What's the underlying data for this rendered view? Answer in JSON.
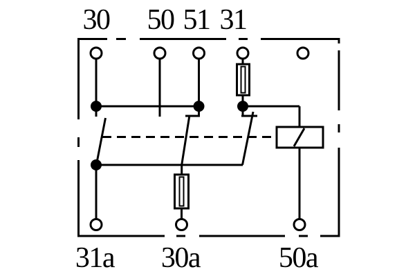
{
  "diagram": {
    "background_color": "#ffffff",
    "line_color": "#000000",
    "top_terminal_labels": [
      "30",
      "50",
      "51",
      "31"
    ],
    "bottom_terminal_labels": [
      "31a",
      "30a",
      "50a"
    ],
    "symbols": {
      "fuse_on_31": "fuse",
      "fuse_on_30a": "fuse",
      "coil": "relay-coil",
      "linkage": "mechanical-link"
    }
  }
}
